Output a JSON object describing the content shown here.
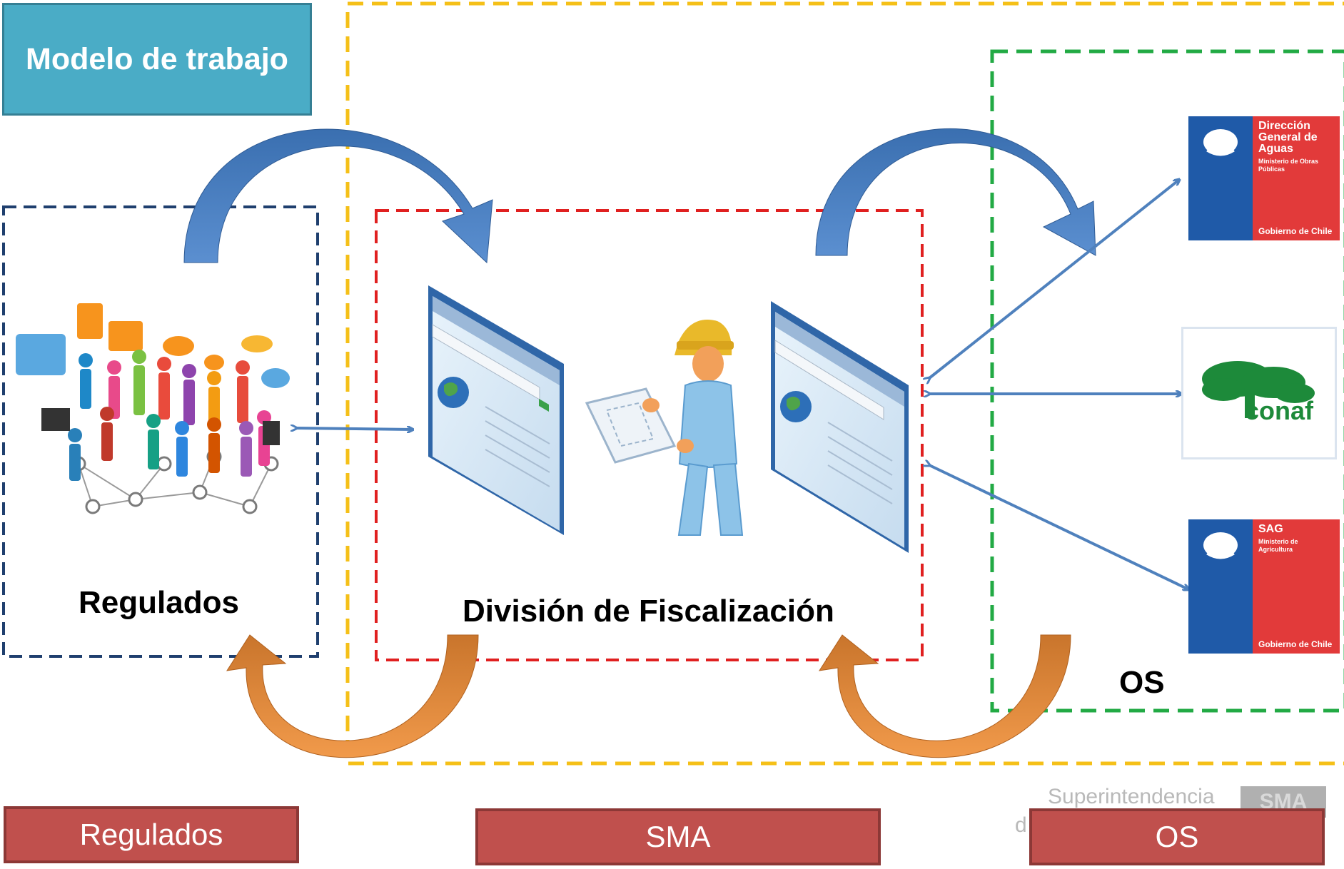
{
  "title": "Modelo de trabajo",
  "nodes": {
    "regulados": "Regulados",
    "division": "División  de Fiscalización",
    "os": "OS"
  },
  "footer": {
    "regulados": "Regulados",
    "sma": "SMA",
    "os": "OS"
  },
  "logos": {
    "dga": {
      "title_lines": [
        "Dirección",
        "General de",
        "Aguas"
      ],
      "sub_lines": [
        "Ministerio de Obras",
        "Públicas"
      ],
      "gov": "Gobierno de Chile"
    },
    "conaf": {
      "text": "conaf"
    },
    "sag": {
      "title_lines": [
        "SAG"
      ],
      "sub_lines": [
        "Ministerio de",
        "Agricultura"
      ],
      "gov": "Gobierno de Chile"
    }
  },
  "watermark": {
    "line1": "Superintendencia",
    "line2": "d",
    "badge": "SMA"
  },
  "colors": {
    "title_bg": "#4aacc6",
    "footer_bg": "#c0504d",
    "regulados_border": "#1f3f6e",
    "sma_border": "#f5c018",
    "division_border": "#e02020",
    "os_border": "#22aa44",
    "arrow_blue": "#3f74b5",
    "arrow_orange": "#e9843a",
    "connector": "#4f81bd"
  }
}
